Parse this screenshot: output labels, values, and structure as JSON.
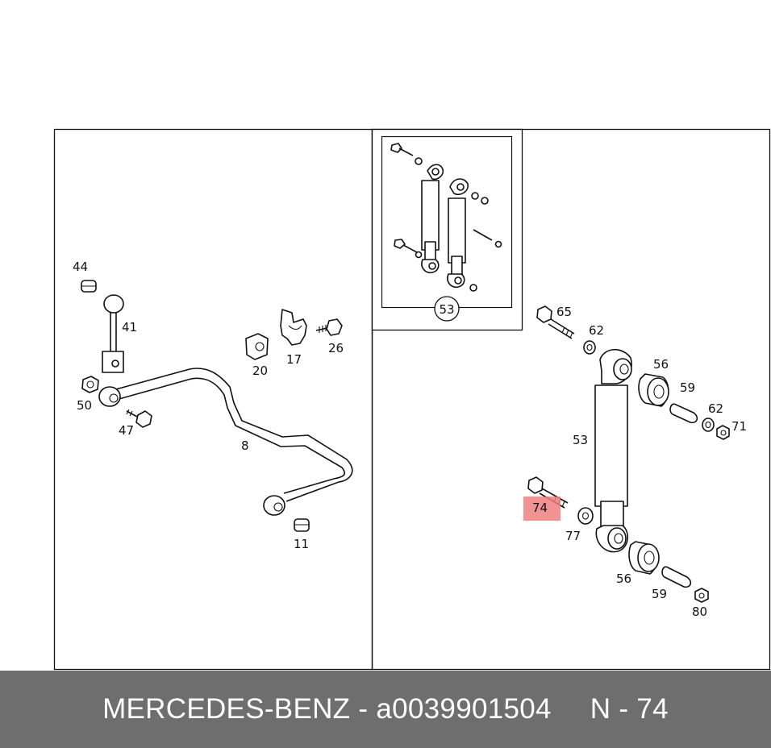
{
  "diagram": {
    "inset_label": "53",
    "highlight_color": "#f08080",
    "labels": {
      "p44": "44",
      "p41": "41",
      "p50": "50",
      "p47": "47",
      "p8": "8",
      "p20": "20",
      "p17": "17",
      "p26": "26",
      "p11": "11",
      "p65": "65",
      "p62a": "62",
      "p56a": "56",
      "p59a": "59",
      "p62b": "62",
      "p71": "71",
      "p53": "53",
      "p74": "74",
      "p77": "77",
      "p56b": "56",
      "p59b": "59",
      "p80": "80"
    }
  },
  "footer": {
    "brand": "MERCEDES-BENZ",
    "dash": "-",
    "part_number": "a0039901504",
    "position": "N - 74"
  }
}
